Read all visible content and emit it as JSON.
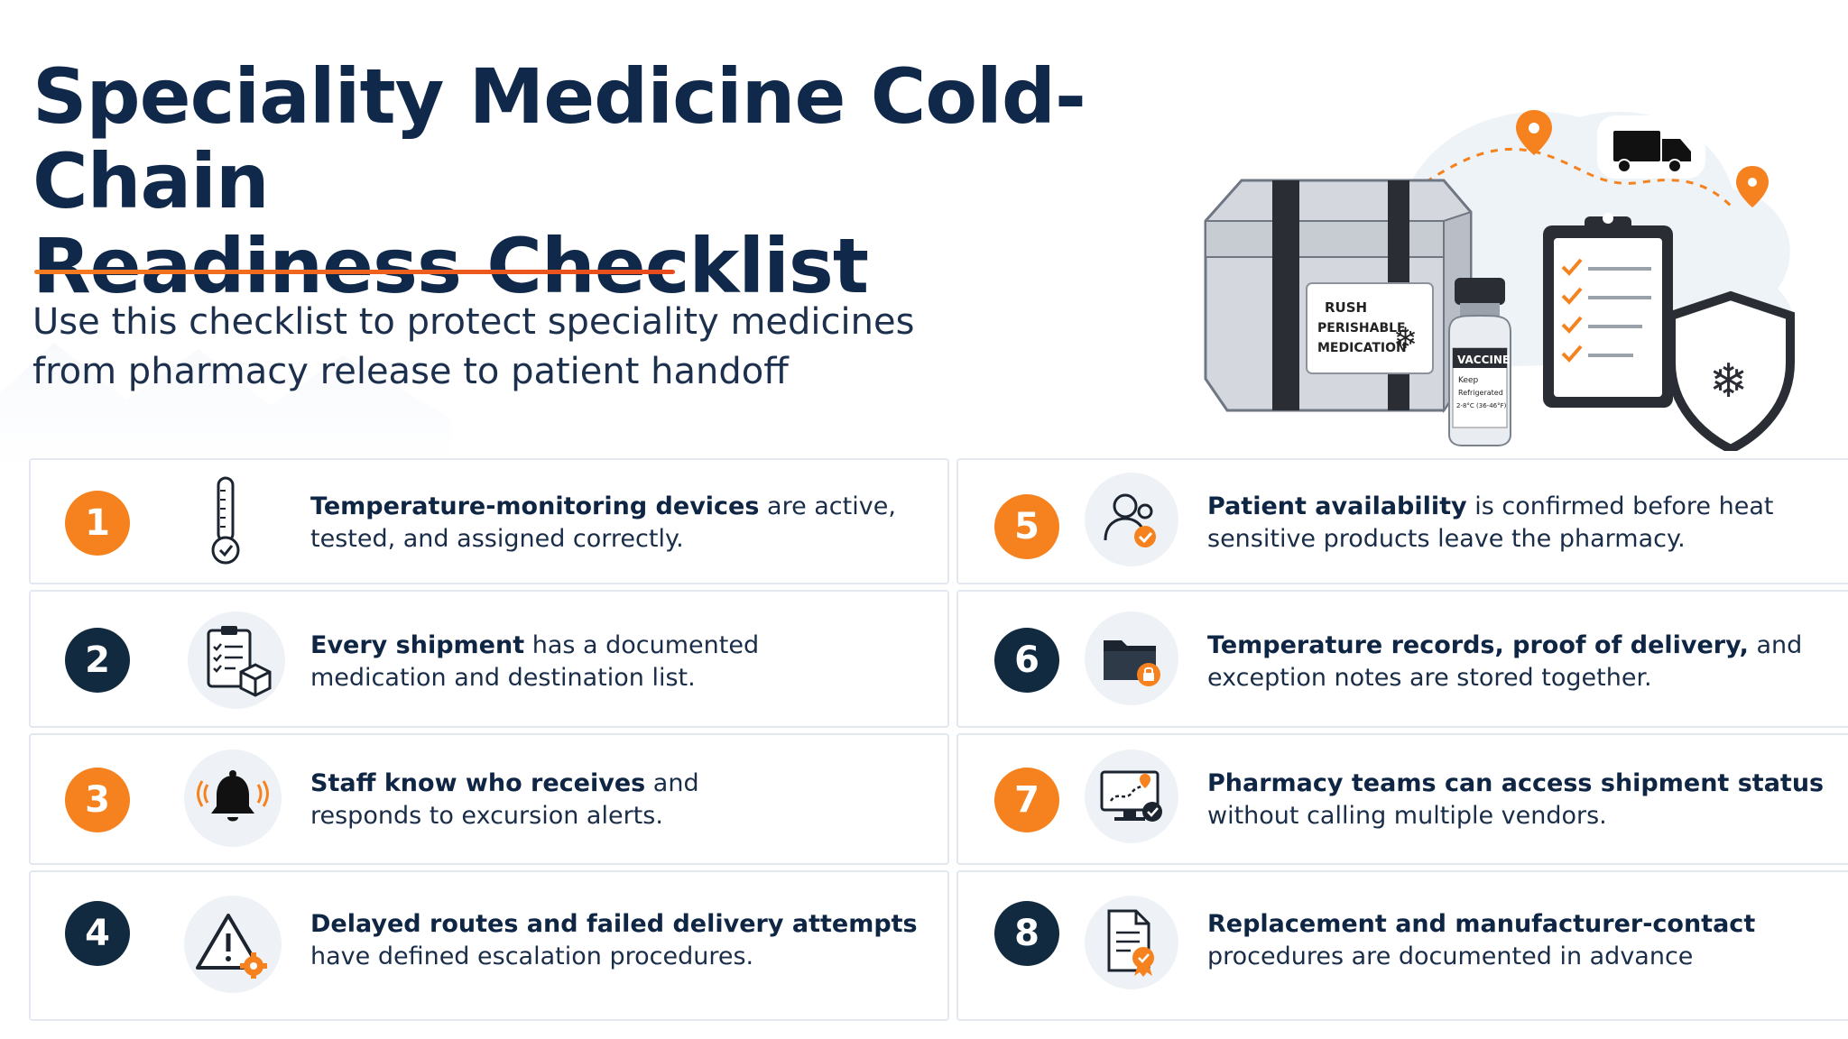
{
  "header": {
    "title_line1": "Speciality Medicine Cold-Chain",
    "title_line2": "Readiness Checklist",
    "subtitle_line1": "Use this checklist to protect speciality medicines",
    "subtitle_line2": "from pharmacy release to patient handoff"
  },
  "hero": {
    "box_label_1": "RUSH",
    "box_label_2": "PERISHABLE",
    "box_label_3": "MEDICATION",
    "vial_label": "VACCINE",
    "vial_small_1": "Keep",
    "vial_small_2": "Refrigerated",
    "vial_small_3": "2-8°C (36-46°F)"
  },
  "items": [
    {
      "number": "1",
      "bold": "Temperature-monitoring devices",
      "rest1": " are active,",
      "line2": "tested, and assigned correctly.",
      "icon": "thermometer-icon",
      "color": "orange"
    },
    {
      "number": "2",
      "bold": "Every shipment",
      "rest1": " has a documented",
      "line2": "medication and destination list.",
      "icon": "clipboard-package-icon",
      "color": "navy"
    },
    {
      "number": "3",
      "bold": "Staff know who receives",
      "rest1": " and",
      "line2": "responds to excursion alerts.",
      "icon": "bell-alert-icon",
      "color": "orange"
    },
    {
      "number": "4",
      "bold": "Delayed routes and failed delivery attempts",
      "rest1": "",
      "line2": "have defined escalation procedures.",
      "icon": "warning-gear-icon",
      "color": "navy"
    },
    {
      "number": "5",
      "bold": "Patient availability",
      "rest1": " is confirmed before heat",
      "line2": "sensitive products leave the pharmacy.",
      "icon": "user-check-icon",
      "color": "orange"
    },
    {
      "number": "6",
      "bold": "Temperature records, proof of delivery,",
      "rest1": " and",
      "line2": "exception notes are stored together.",
      "icon": "folder-lock-icon",
      "color": "navy"
    },
    {
      "number": "7",
      "bold": "Pharmacy teams can access shipment status",
      "rest1": "",
      "line2": "without calling multiple vendors.",
      "icon": "monitor-route-icon",
      "color": "orange"
    },
    {
      "number": "8",
      "bold": "Replacement and manufacturer-contact",
      "rest1": "",
      "line2": "procedures are documented in advance",
      "icon": "document-badge-icon",
      "color": "navy"
    }
  ],
  "colors": {
    "navy": "#112a3f",
    "orange": "#f5821f",
    "title": "#10294b"
  }
}
